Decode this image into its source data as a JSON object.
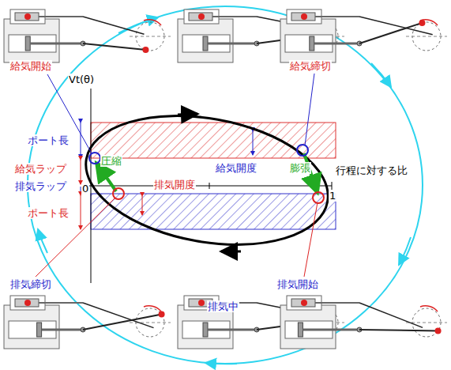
{
  "diagram": {
    "labels": [
      "給気開始",
      "給気締切",
      "Vt(θ)",
      "ポート長",
      "給気ラップ",
      "排気ラップ",
      "0",
      "圧縮",
      "給気開度",
      "膨張",
      "行程に対する比",
      "排気開度",
      "1",
      "ポート長",
      "排気締切",
      "排気中",
      "排気開始"
    ]
  }
}
